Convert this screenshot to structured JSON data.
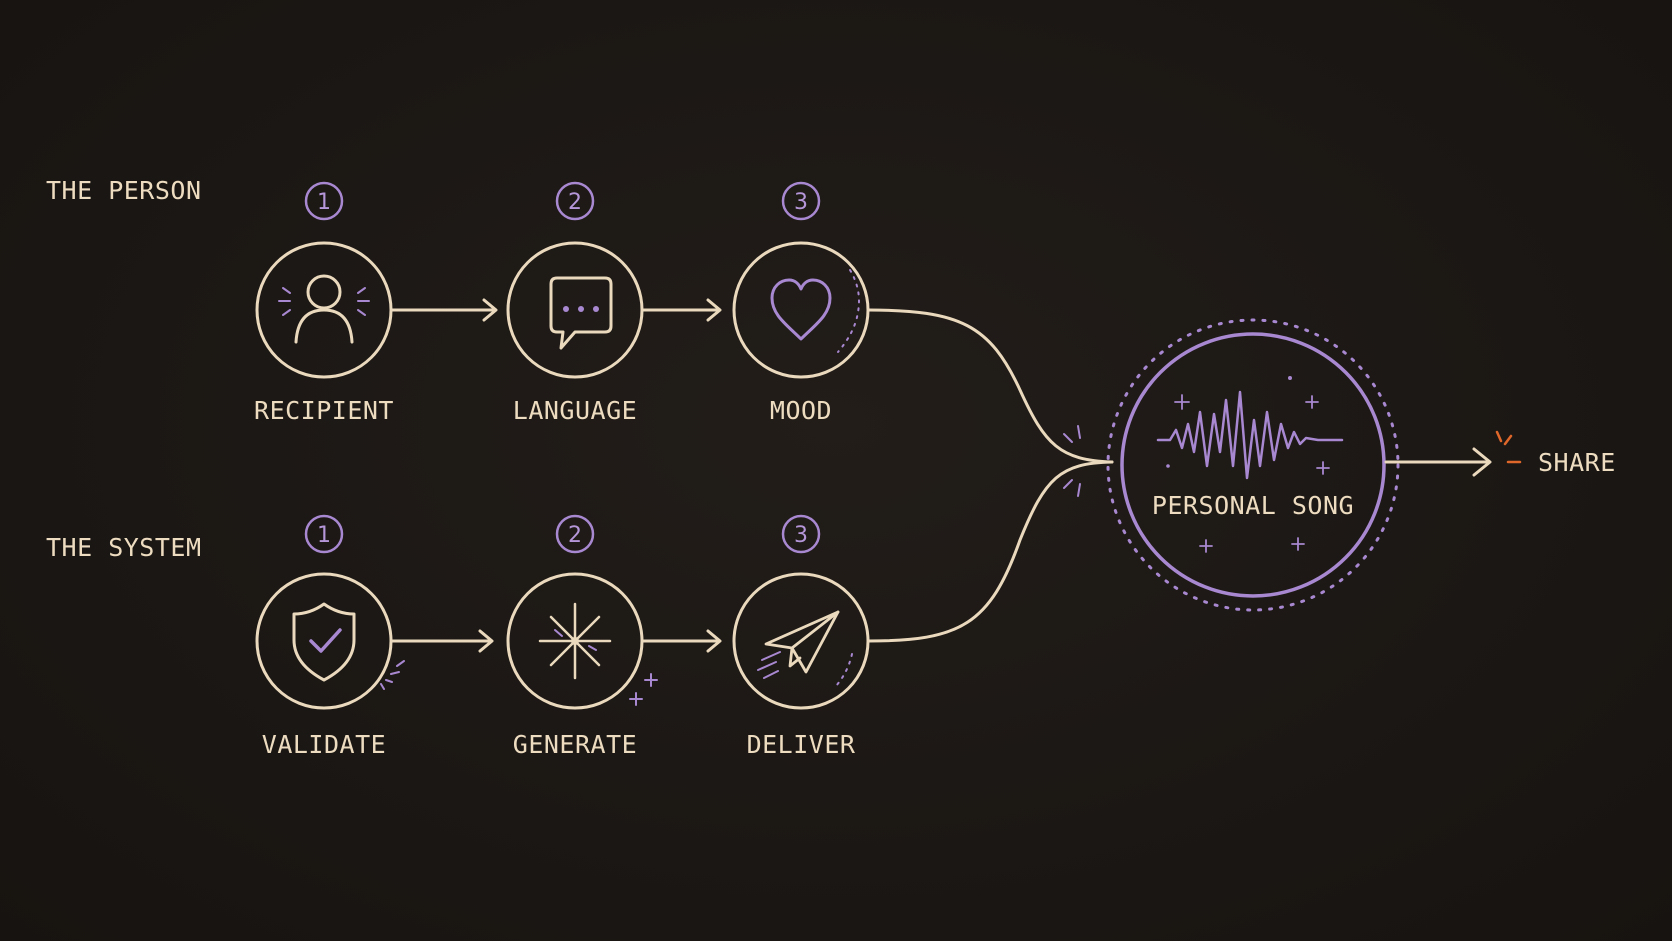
{
  "rows": [
    {
      "label": "THE PERSON",
      "steps": [
        {
          "number": "1",
          "label": "RECIPIENT",
          "icon": "person-icon"
        },
        {
          "number": "2",
          "label": "LANGUAGE",
          "icon": "speech-bubble-icon"
        },
        {
          "number": "3",
          "label": "MOOD",
          "icon": "heart-icon"
        }
      ]
    },
    {
      "label": "THE SYSTEM",
      "steps": [
        {
          "number": "1",
          "label": "VALIDATE",
          "icon": "shield-check-icon"
        },
        {
          "number": "2",
          "label": "GENERATE",
          "icon": "sparkle-icon"
        },
        {
          "number": "3",
          "label": "DELIVER",
          "icon": "paper-plane-icon"
        }
      ]
    }
  ],
  "result": {
    "label": "PERSONAL SONG",
    "icon": "soundwave-icon"
  },
  "output": {
    "label": "SHARE",
    "icon": "arrow-right-icon"
  },
  "colors": {
    "background": "#1b1714",
    "line": "#ead9bd",
    "accent": "#a888d0",
    "spark": "#e0672a"
  }
}
